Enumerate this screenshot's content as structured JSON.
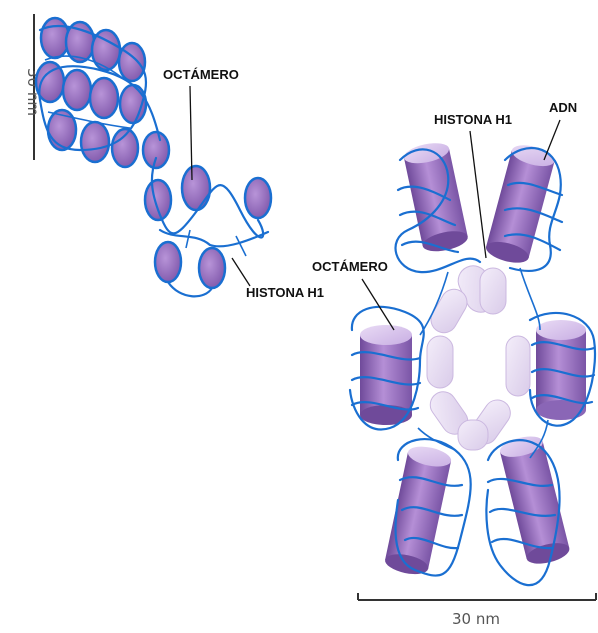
{
  "figure": {
    "left_panel": {
      "scale_label": "30 nm",
      "labels": {
        "octamer": "OCTÁMERO",
        "histone": "HISTONA H1"
      }
    },
    "right_panel": {
      "scale_label": "30 nm",
      "labels": {
        "histone": "HISTONA H1",
        "dna": "ADN",
        "octamer": "OCTÁMERO"
      }
    },
    "colors": {
      "octamer_purple": "#9b6fc0",
      "octamer_light": "#d8c2ec",
      "dna_blue": "#1a6fd1",
      "histone_h1": "#e6dcf2"
    }
  }
}
